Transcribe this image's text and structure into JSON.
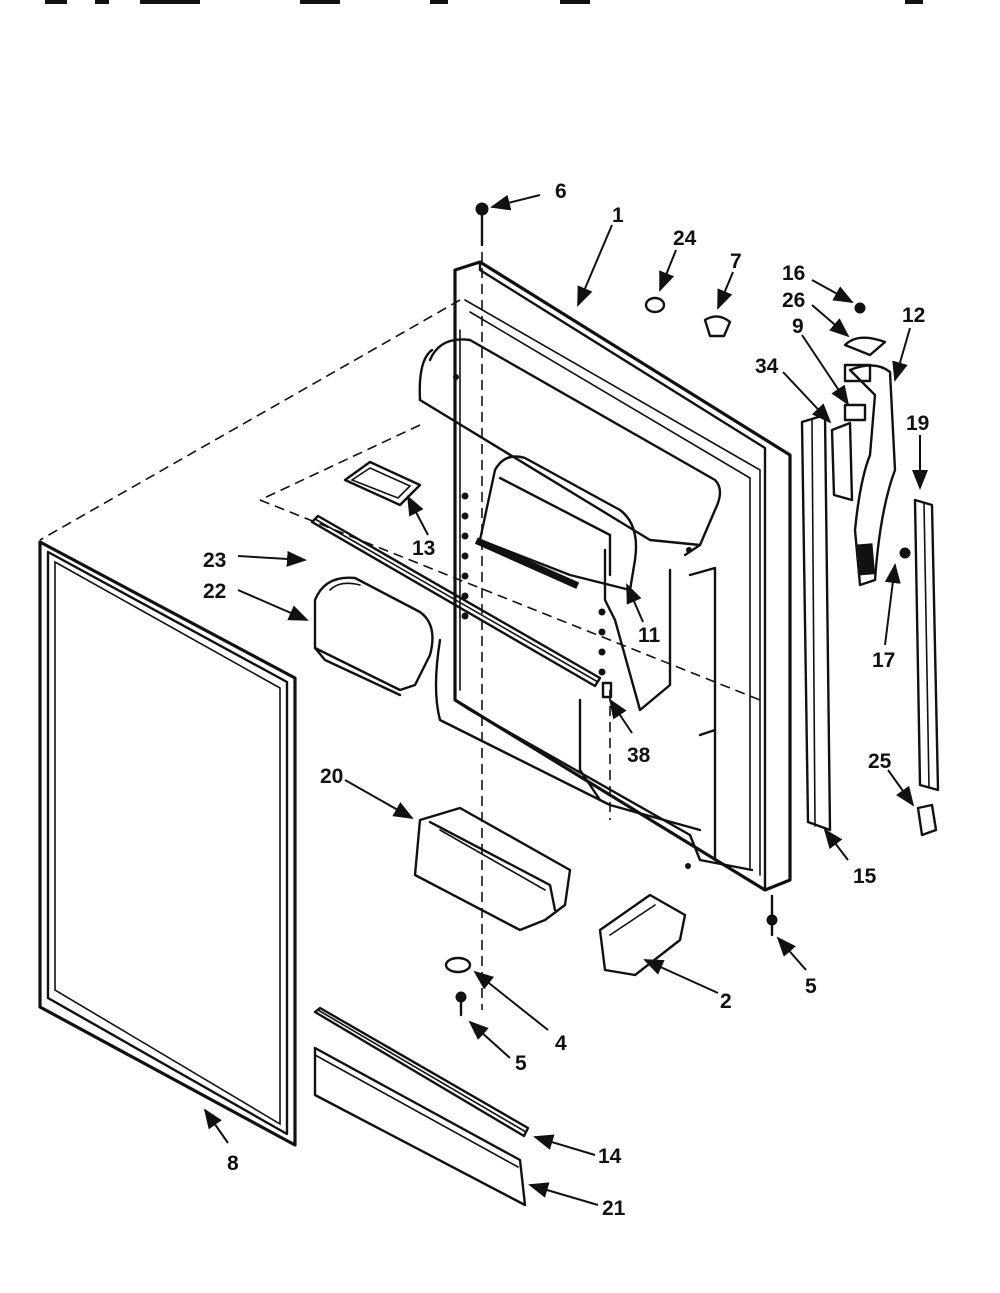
{
  "callouts": [
    {
      "id": "6",
      "label": "6"
    },
    {
      "id": "1",
      "label": "1"
    },
    {
      "id": "24",
      "label": "24"
    },
    {
      "id": "7",
      "label": "7"
    },
    {
      "id": "16",
      "label": "16"
    },
    {
      "id": "26",
      "label": "26"
    },
    {
      "id": "12",
      "label": "12"
    },
    {
      "id": "9",
      "label": "9"
    },
    {
      "id": "34",
      "label": "34"
    },
    {
      "id": "19",
      "label": "19"
    },
    {
      "id": "13",
      "label": "13"
    },
    {
      "id": "23",
      "label": "23"
    },
    {
      "id": "22",
      "label": "22"
    },
    {
      "id": "11",
      "label": "11"
    },
    {
      "id": "17",
      "label": "17"
    },
    {
      "id": "38",
      "label": "38"
    },
    {
      "id": "20",
      "label": "20"
    },
    {
      "id": "25",
      "label": "25"
    },
    {
      "id": "15",
      "label": "15"
    },
    {
      "id": "5a",
      "label": "5"
    },
    {
      "id": "2",
      "label": "2"
    },
    {
      "id": "4",
      "label": "4"
    },
    {
      "id": "5b",
      "label": "5"
    },
    {
      "id": "8",
      "label": "8"
    },
    {
      "id": "14",
      "label": "14"
    },
    {
      "id": "21",
      "label": "21"
    }
  ]
}
